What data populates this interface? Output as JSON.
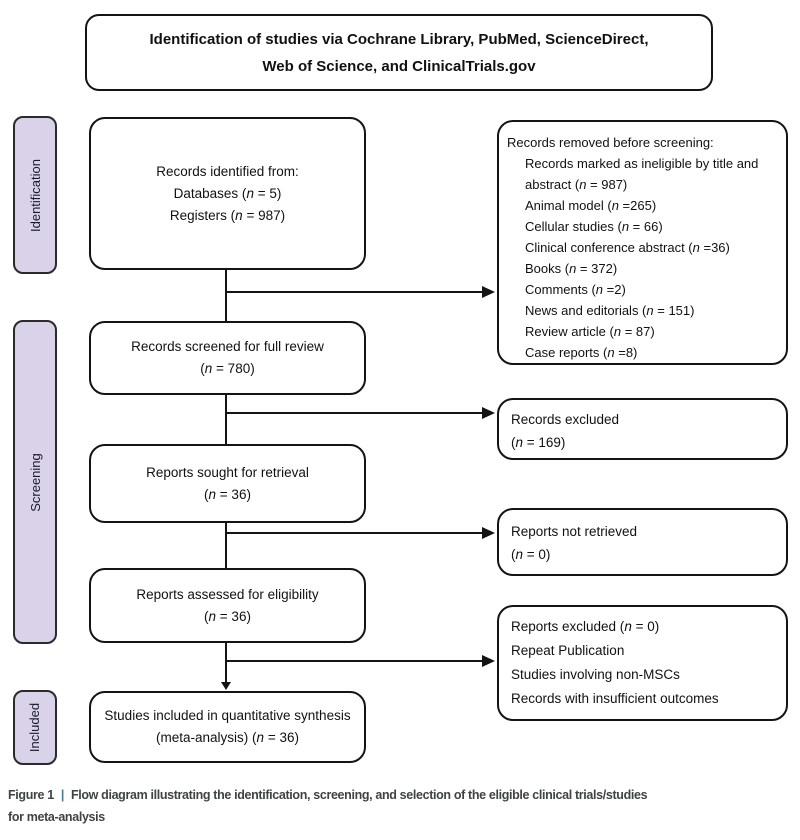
{
  "title_box": {
    "line1": "Identification of studies via Cochrane Library, PubMed, ScienceDirect,",
    "line2": "Web of Science, and ClinicalTrials.gov"
  },
  "stages": {
    "identification": "Identification",
    "screening": "Screening",
    "included": "Included"
  },
  "main_boxes": {
    "identified": [
      "Records identified from:",
      "Databases (n = 5)",
      "Registers (n = 987)"
    ],
    "screened": [
      "Records screened for full review",
      "(n = 780)"
    ],
    "retrieval": [
      "Reports sought for retrieval",
      "(n = 36)"
    ],
    "eligibility": [
      "Reports assessed for eligibility",
      "(n = 36)"
    ],
    "included": [
      "Studies included in quantitative synthesis",
      "(meta-analysis) (n = 36)"
    ]
  },
  "side_boxes": {
    "removed": {
      "header": "Records removed before screening:",
      "items": [
        "Records marked as ineligible by title and abstract (n = 987)",
        "Animal model (n =265)",
        "Cellular studies (n = 66)",
        "Clinical conference abstract (n =36)",
        "Books (n = 372)",
        "Comments (n =2)",
        "News and editorials (n = 151)",
        "Review article (n = 87)",
        "Case reports (n =8)"
      ]
    },
    "records_excluded": [
      "Records excluded",
      "(n = 169)"
    ],
    "not_retrieved": [
      "Reports not retrieved",
      "(n = 0)"
    ],
    "reports_excluded": [
      "Reports excluded (n = 0)",
      "Repeat Publication",
      "Studies involving non-MSCs",
      "Records with insufficient outcomes"
    ]
  },
  "caption": {
    "figure_label": "Figure 1",
    "separator": "|",
    "line1": "Flow diagram illustrating the identification, screening, and selection of the eligible clinical trials/studies",
    "line2": "for meta-analysis"
  },
  "colors": {
    "stage_fill": "#d9d2e9",
    "line": "#141414",
    "caption_text": "#3e4440",
    "caption_accent": "#437d8e"
  }
}
